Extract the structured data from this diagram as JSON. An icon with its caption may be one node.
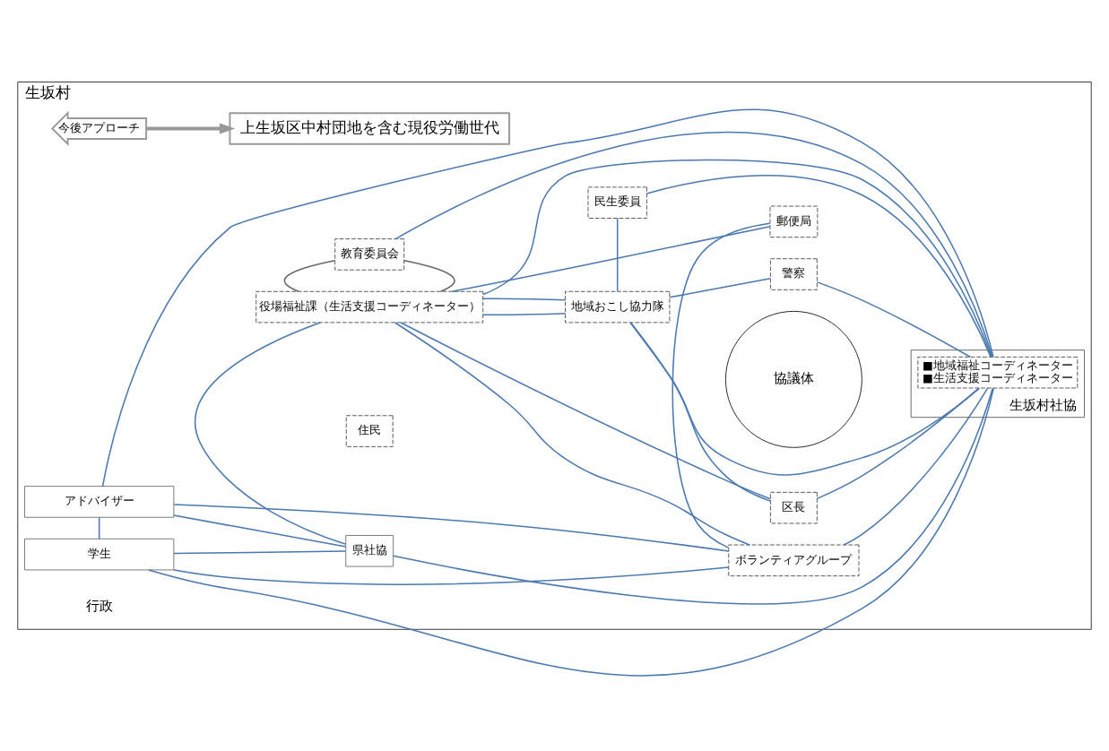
{
  "diagram": {
    "nodes": [
      {
        "text": [
          "生坂村"
        ]
      },
      {
        "text": [
          "役場福祉課（生活支援コーディネーター）"
        ],
        "in": 0
      },
      {
        "text": [
          "上生坂区中村団地を含む現役労働世代"
        ],
        "in": 0
      },
      {
        "text": [
          "今後アプローチ"
        ],
        "in": 0
      },
      {
        "text": [
          "区長"
        ],
        "in": 0
      },
      {
        "text": [
          "地域おこし協力隊"
        ],
        "in": 0
      },
      {
        "text": [
          "郵便局"
        ],
        "in": 0
      },
      {
        "text": [
          "協議体"
        ],
        "in": 0
      },
      {
        "text": [
          "教育委員会"
        ],
        "in": 0
      },
      {
        "text": [
          "住民"
        ],
        "in": 0
      },
      {
        "text": [
          "ボランティアグループ"
        ],
        "in": 0
      },
      {
        "text": [
          "民生委員"
        ],
        "in": 0
      },
      {
        "text": [
          "警察"
        ],
        "in": 0
      },
      {
        "text": [
          "学生"
        ],
        "in": 0
      },
      {
        "text": [
          "アドバイザー"
        ],
        "in": 0
      },
      {
        "text": [
          "県社協"
        ],
        "in": 0
      },
      {
        "text": [
          "生坂村社協"
        ],
        "in": 0
      },
      {
        "text": [
          "■地域福祉コーディネーター",
          "■生活支援コーディネーター"
        ],
        "in": 16
      }
    ],
    "edges": [
      {
        "from": 3,
        "to": 2,
        "arrow": "to",
        "style": "thick",
        "color": "#999999"
      },
      {
        "from": 1,
        "to": 8,
        "arrow": "none",
        "color": "#666666"
      },
      {
        "from": 1,
        "to": 8,
        "arrow": "none",
        "color": "#666666"
      },
      {
        "from": 4,
        "to": 1,
        "arrow": "none"
      },
      {
        "from": 4,
        "to": 5,
        "arrow": "none"
      },
      {
        "from": 4,
        "to": 17,
        "arrow": "none"
      },
      {
        "from": 6,
        "to": 1,
        "arrow": "none"
      },
      {
        "from": 6,
        "to": 10,
        "arrow": "none"
      },
      {
        "from": 10,
        "to": 1,
        "arrow": "none"
      },
      {
        "from": 10,
        "to": 17,
        "arrow": "none"
      },
      {
        "from": 1,
        "to": 5,
        "arrow": "none"
      },
      {
        "from": 1,
        "to": 5,
        "arrow": "none"
      },
      {
        "from": 1,
        "to": 17,
        "arrow": "none"
      },
      {
        "from": 1,
        "to": 15,
        "arrow": "none"
      },
      {
        "from": 5,
        "to": 11,
        "arrow": "none"
      },
      {
        "from": 5,
        "to": 12,
        "arrow": "none"
      },
      {
        "from": 5,
        "to": 17,
        "arrow": "none"
      },
      {
        "from": 11,
        "to": 17,
        "arrow": "none"
      },
      {
        "from": 12,
        "to": 17,
        "arrow": "none"
      },
      {
        "from": 8,
        "to": 17,
        "arrow": "none"
      },
      {
        "from": 13,
        "to": 10,
        "arrow": "none"
      },
      {
        "from": 13,
        "to": 14,
        "arrow": "none"
      },
      {
        "from": 13,
        "to": 15,
        "arrow": "none"
      },
      {
        "from": 13,
        "to": 17,
        "arrow": "none"
      },
      {
        "from": 14,
        "to": 10,
        "arrow": "none"
      },
      {
        "from": 14,
        "to": 15,
        "arrow": "none"
      },
      {
        "from": 14,
        "to": 17,
        "arrow": "none"
      },
      {
        "from": 15,
        "to": 17,
        "arrow": "none"
      }
    ],
    "labels": [
      "行政"
    ]
  }
}
